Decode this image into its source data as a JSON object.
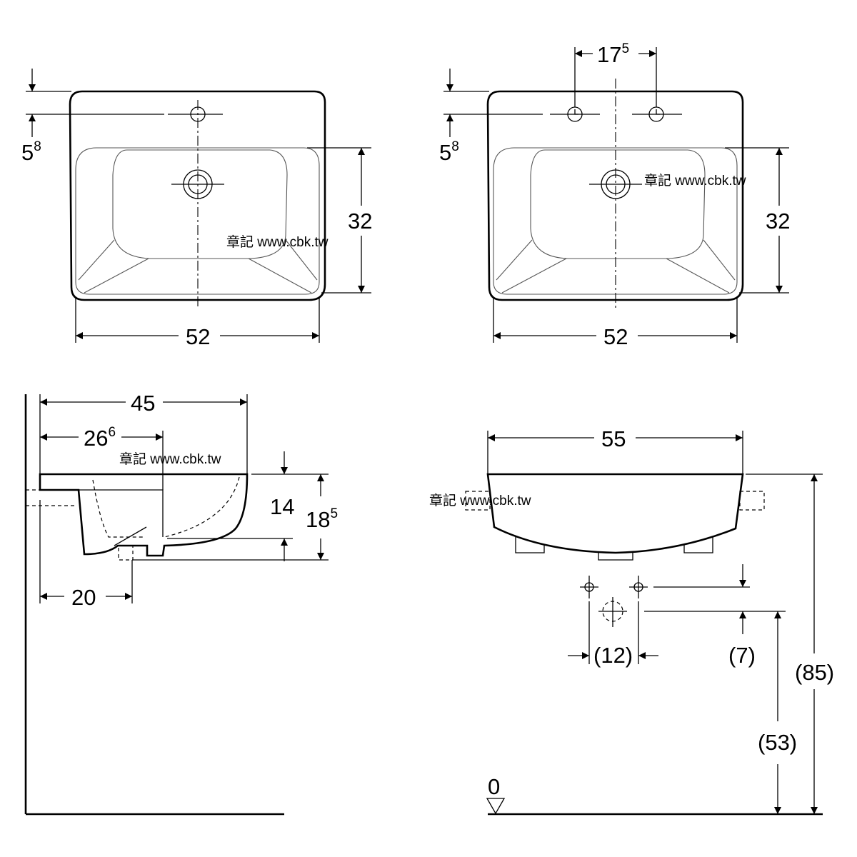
{
  "watermark": "章記 www.cbk.tw",
  "views": {
    "top_single_hole": {
      "width": "52",
      "depth": "32",
      "tap_offset": {
        "base": "5",
        "sup": "8"
      }
    },
    "top_two_hole": {
      "width": "52",
      "depth": "32",
      "tap_offset": {
        "base": "5",
        "sup": "8"
      },
      "tap_spacing": {
        "base": "17",
        "sup": "5"
      }
    },
    "side": {
      "projection": "45",
      "bowl_depth_pos": {
        "base": "26",
        "sup": "6"
      },
      "height_inner": "14",
      "height_total": {
        "base": "18",
        "sup": "5"
      },
      "waste_offset": "20"
    },
    "front": {
      "width": "55",
      "supply_spacing": "(12)",
      "supply_offset": "(7)",
      "waste_height": "(53)",
      "rim_height": "(85)",
      "floor_level": "0"
    }
  }
}
